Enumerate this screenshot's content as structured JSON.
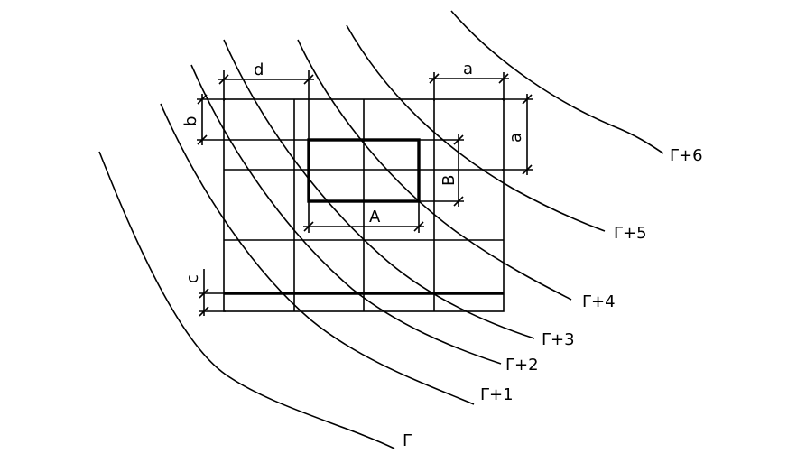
{
  "contours": [
    {
      "label": "Γ"
    },
    {
      "label": "Γ+1"
    },
    {
      "label": "Γ+2"
    },
    {
      "label": "Γ+3"
    },
    {
      "label": "Γ+4"
    },
    {
      "label": "Γ+5"
    },
    {
      "label": "Γ+6"
    }
  ],
  "dimensions": {
    "d": "d",
    "b": "b",
    "a_top": "a",
    "a_right": "a",
    "B": "B",
    "A": "A",
    "c": "c"
  }
}
